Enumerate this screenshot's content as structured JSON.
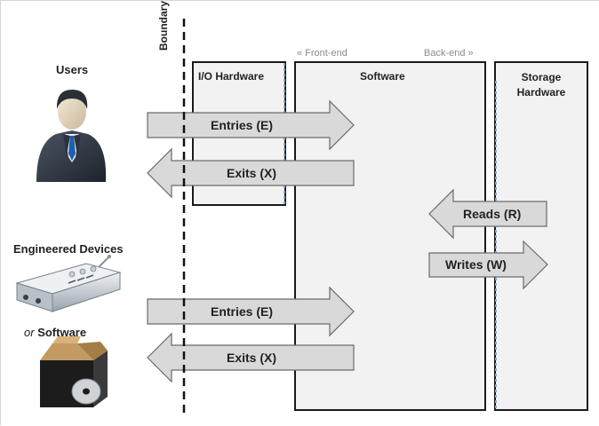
{
  "actors": {
    "users": "Users",
    "devices": "Engineered Devices",
    "software_prefix": "or",
    "software": "Software"
  },
  "boundary": "Boundary",
  "boxes": {
    "io": "I/O Hardware",
    "software": "Software",
    "storage_line1": "Storage",
    "storage_line2": "Hardware"
  },
  "front_end": "« Front-end",
  "back_end": "Back-end »",
  "arrows": {
    "entries_top": "Entries (E)",
    "exits_top": "Exits (X)",
    "reads": "Reads (R)",
    "writes": "Writes (W)",
    "entries_bottom": "Entries (E)",
    "exits_bottom": "Exits (X)"
  },
  "colors": {
    "arrow_fill": "#d9d9d9",
    "box_fill": "#f2f2f2",
    "outline": "#1a1a1a",
    "dashed_accent": "#7fa7d0"
  }
}
